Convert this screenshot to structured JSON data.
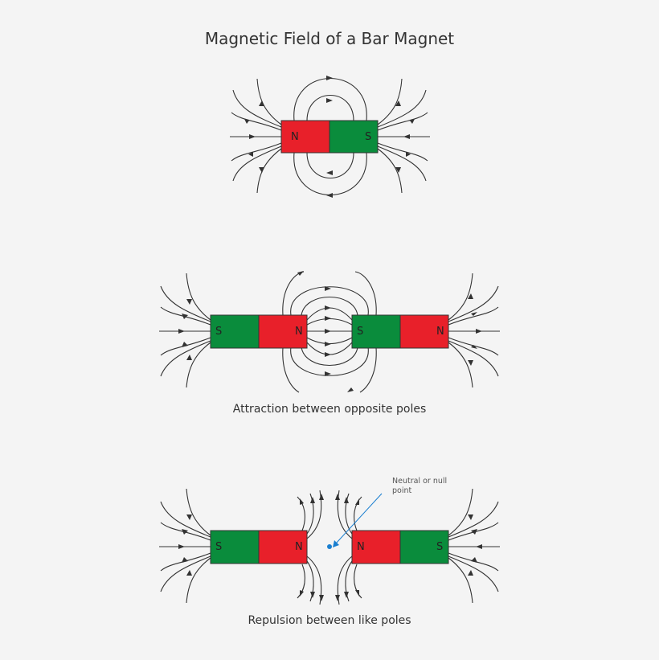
{
  "title": "Magnetic Field of a Bar Magnet",
  "colors": {
    "north": "#e8202a",
    "south": "#0a8c3c",
    "line": "#333333",
    "annotation": "#1a7fd0"
  },
  "diagrams": [
    {
      "id": "single",
      "caption": "",
      "magnets": [
        {
          "left": "N",
          "right": "S"
        }
      ]
    },
    {
      "id": "attraction",
      "caption": "Attraction between opposite poles",
      "magnets": [
        {
          "left": "S",
          "right": "N"
        },
        {
          "left": "S",
          "right": "N"
        }
      ]
    },
    {
      "id": "repulsion",
      "caption": "Repulsion between like poles",
      "magnets": [
        {
          "left": "S",
          "right": "N"
        },
        {
          "left": "N",
          "right": "S"
        }
      ],
      "annotation": {
        "line1": "Neutral or null",
        "line2": "point"
      }
    }
  ]
}
